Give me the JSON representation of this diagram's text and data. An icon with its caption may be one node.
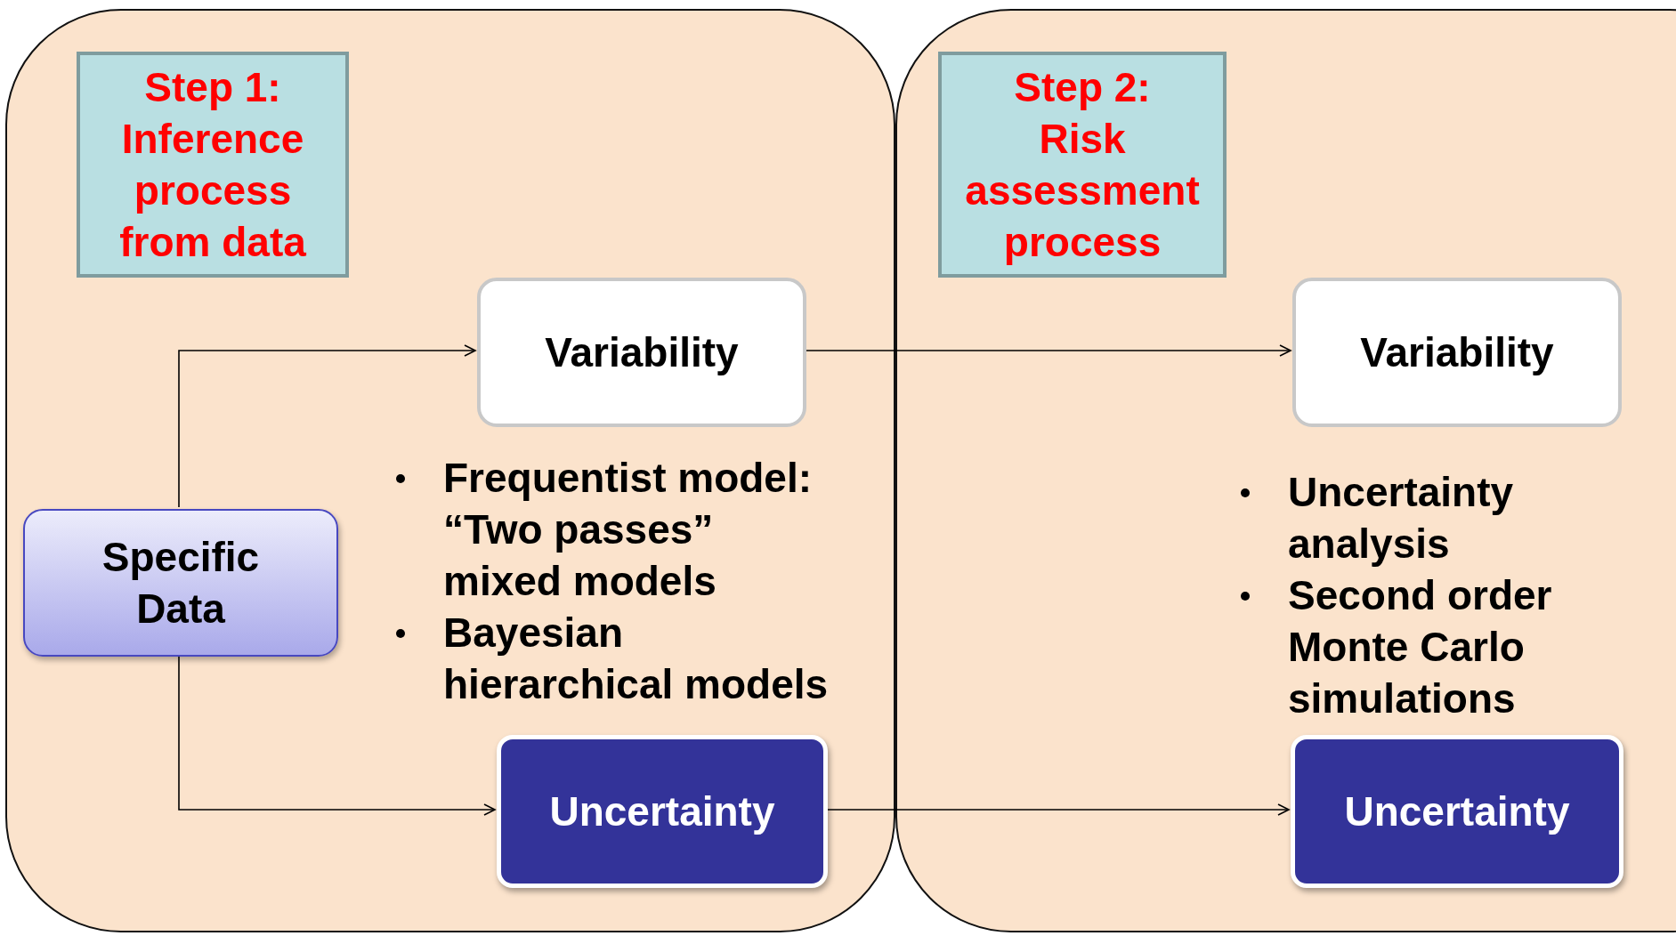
{
  "diagram": {
    "nodes": [
      {
        "text": [],
        "shape": "box"
      },
      {
        "text": [
          "Step 1:",
          "Inference process from data"
        ],
        "in": 0
      },
      {
        "text": [
          "Variability"
        ],
        "in": 0
      },
      {
        "text": [
          "Specific Data"
        ],
        "in": 0
      },
      {
        "text": [
          "Uncertainty"
        ],
        "in": 0
      },
      {
        "text": [],
        "shape": "box"
      },
      {
        "text": [
          "Step 2:",
          "Risk assessment process"
        ],
        "in": 5
      },
      {
        "text": [
          "Variability"
        ],
        "in": 5
      },
      {
        "text": [
          "Uncertainty"
        ],
        "in": 5
      }
    ],
    "edges": [
      {
        "from": 3,
        "to": 2,
        "arrow": "to"
      },
      {
        "from": 3,
        "to": 4,
        "arrow": "to"
      },
      {
        "from": 2,
        "to": 7,
        "arrow": "to"
      },
      {
        "from": 4,
        "to": 8,
        "arrow": "to"
      }
    ],
    "labels": [
      "Frequentist model: “Two passes” mixed models",
      "Bayesian hierarchical models",
      "Uncertainty analysis",
      "Second order Monte Carlo simulations"
    ]
  }
}
